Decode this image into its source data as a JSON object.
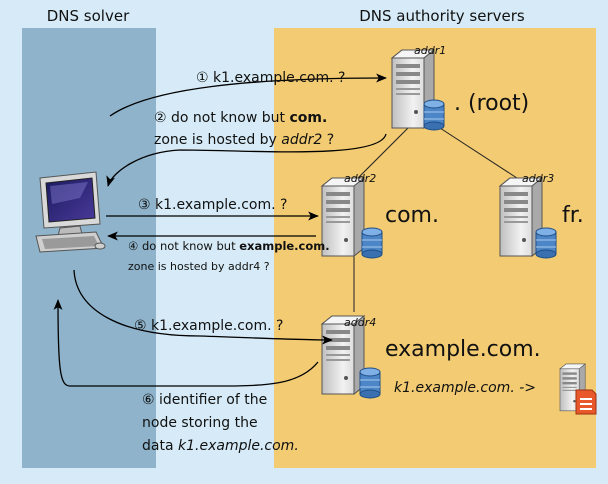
{
  "regions": {
    "solver_title": "DNS solver",
    "authority_title": "DNS authority servers"
  },
  "servers": [
    {
      "id": "root",
      "addr": "addr1",
      "zone": ". (root)"
    },
    {
      "id": "com",
      "addr": "addr2",
      "zone": "com."
    },
    {
      "id": "fr",
      "addr": "addr3",
      "zone": "fr."
    },
    {
      "id": "example",
      "addr": "addr4",
      "zone": "example.com."
    }
  ],
  "messages": {
    "m1": {
      "num": "①",
      "text": "k1.example.com. ?"
    },
    "m2": {
      "num": "②",
      "pre": "do not know but",
      "bold": "com.",
      "line2_pre": "zone is hosted by",
      "line2_it": "addr2",
      "line2_post": "?"
    },
    "m3": {
      "num": "③",
      "text": "k1.example.com. ?"
    },
    "m4": {
      "num": "④",
      "pre": "do not know but",
      "bold": "example.com.",
      "line2": "zone is hosted by addr4 ?"
    },
    "m5": {
      "num": "⑤",
      "text": "k1.example.com. ?"
    },
    "m6": {
      "num": "⑥",
      "line1": "identifier of the",
      "line2": "node storing the",
      "line3_pre": "data",
      "line3_it": "k1.example.com."
    }
  },
  "record": {
    "text": "k1.example.com. ->"
  },
  "colors": {
    "background": "#d6ebf7",
    "solver_panel": "#8eb3cb",
    "authority_panel": "#f2cb73",
    "server_body": "#e6e6e6",
    "database": "#4c86c7",
    "document": "#e8582a"
  }
}
